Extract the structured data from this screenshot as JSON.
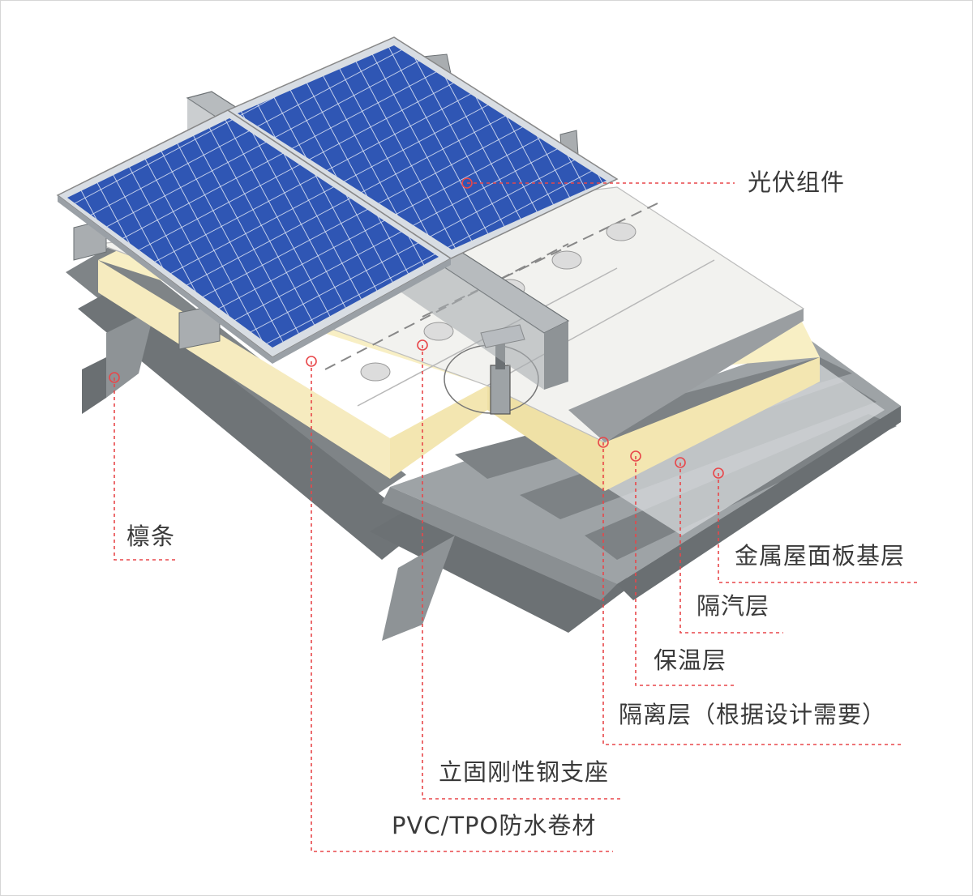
{
  "labels": {
    "pv_module": "光伏组件",
    "purlin": "檩条",
    "metal_deck": "金属屋面板基层",
    "vapor_barrier": "隔汽层",
    "insulation": "保温层",
    "separation": "隔离层（根据设计需要）",
    "steel_support": "立固刚性钢支座",
    "membrane": "PVC/TPO防水卷材"
  },
  "colors": {
    "leader": "#e8474a",
    "solar_cell": "#2f56b4",
    "insulation": "#f8efc4",
    "membrane": "#f2f2ef",
    "steel": "#a9adb0",
    "text": "#3a3a3a"
  }
}
